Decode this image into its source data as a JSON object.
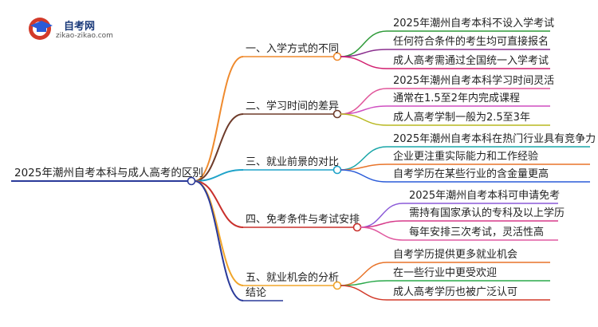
{
  "logo": {
    "title": "自考网",
    "url": "zikao-zikao.com",
    "icon": "graduation-cap-icon"
  },
  "mindmap": {
    "root": "2025年潮州自考本科与成人高考的区别",
    "branches": [
      {
        "label": "一、入学方式的不同",
        "color": "#ef8a2d",
        "children": [
          {
            "label": "2025年潮州自考本科不设入学考试",
            "color": "#2e9a38"
          },
          {
            "label": "任何符合条件的考生均可直接报名",
            "color": "#8a2f8e"
          },
          {
            "label": "成人高考需通过全国统一入学考试",
            "color": "#d11e6e"
          }
        ]
      },
      {
        "label": "二、学习时间的差异",
        "color": "#6e3b2a",
        "children": [
          {
            "label": "2025年潮州自考本科学习时间灵活",
            "color": "#e0559a"
          },
          {
            "label": "通常在1.5至2年内完成课程",
            "color": "#cf4fc1"
          },
          {
            "label": "成人高考学制一般为2.5至3年",
            "color": "#b8b820"
          }
        ]
      },
      {
        "label": "三、就业前景的对比",
        "color": "#1fa3c9",
        "children": [
          {
            "label": "2025年潮州自考本科在热门行业具有竞争力",
            "color": "#1aa6a8"
          },
          {
            "label": "企业更注重实际能力和工作经验",
            "color": "#e8742a"
          },
          {
            "label": "自考学历在某些行业的含金量更高",
            "color": "#2a5bd8"
          }
        ]
      },
      {
        "label": "四、免考条件与考试安排",
        "color": "#c9302c",
        "children": [
          {
            "label": "2025年潮州自考本科可申请免考",
            "color": "#8b5ad8"
          },
          {
            "label": "需持有国家承认的专科及以上学历",
            "color": "#d63a8a"
          },
          {
            "label": "每年安排三次考试，灵活性高",
            "color": "#e05aa0"
          }
        ]
      },
      {
        "label": "五、就业机会的分析",
        "color": "#f0a52a",
        "children": [
          {
            "label": "自考学历提供更多就业机会",
            "color": "#e8742a"
          },
          {
            "label": "在一些行业中更受欢迎",
            "color": "#2aa84a"
          },
          {
            "label": "成人高考学历也被广泛认可",
            "color": "#d23a2a"
          }
        ]
      },
      {
        "label": "结论",
        "color": "#2a3a9a",
        "children": []
      }
    ],
    "root_color": "#2a3a9a"
  }
}
